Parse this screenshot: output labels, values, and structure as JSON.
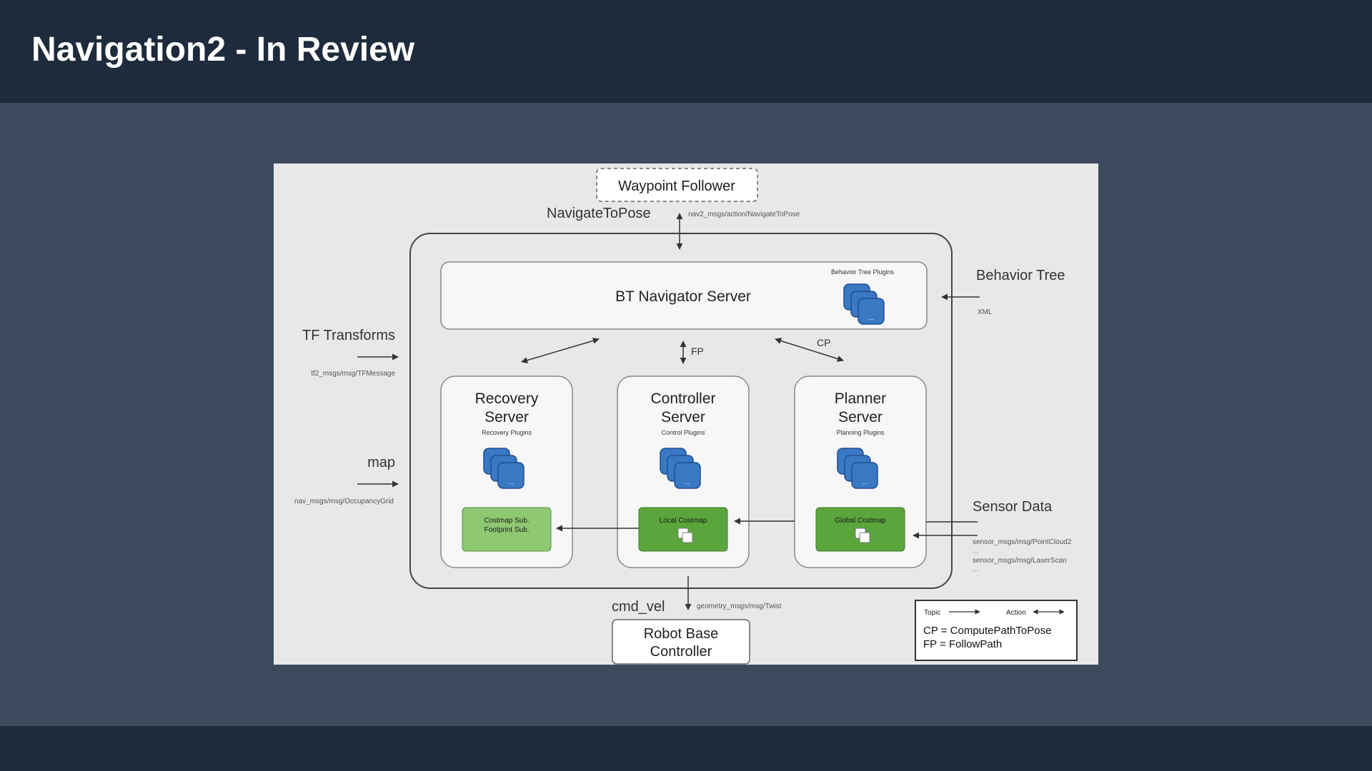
{
  "slide": {
    "title": "Navigation2 - In Review"
  },
  "diagram": {
    "waypoint_follower": "Waypoint Follower",
    "navigate_to_pose": "NavigateToPose",
    "navigate_action": "nav2_msgs/action/NavigateToPose",
    "bt_navigator": "BT Navigator Server",
    "bt_plugins": "Behavior Tree Plugins",
    "behavior_tree": "Behavior Tree",
    "xml": "XML",
    "tf_transforms": "TF Transforms",
    "tf_msg": "tf2_msgs/msg/TFMessage",
    "map": "map",
    "map_msg": "nav_msgs/msg/OccupancyGrid",
    "fp": "FP",
    "cp": "CP",
    "recovery_line1": "Recovery",
    "recovery_line2": "Server",
    "recovery_plugins": "Recovery Plugins",
    "controller_line1": "Controller",
    "controller_line2": "Server",
    "control_plugins": "Control Plugins",
    "planner_line1": "Planner",
    "planner_line2": "Server",
    "planning_plugins": "Planning Plugins",
    "costmap_sub_line1": "Costmap Sub.",
    "costmap_sub_line2": "Footprint Sub.",
    "local_costmap": "Local Costmap",
    "global_costmap": "Global Costmap",
    "sensor_data": "Sensor Data",
    "pointcloud_msg": "sensor_msgs/msg/PointCloud2",
    "laserscan_msg": "sensor_msgs/msg/LaserScan",
    "ellipsis": "...",
    "cmd_vel": "cmd_vel",
    "twist_msg": "geometry_msgs/msg/Twist",
    "robot_base_line1": "Robot Base",
    "robot_base_line2": "Controller",
    "legend_topic": "Topic",
    "legend_action": "Action",
    "legend_cp": "CP = ComputePathToPose",
    "legend_fp": "FP = FollowPath"
  },
  "colors": {
    "plugin_blue": "#3b78c4",
    "costmap_green": "#5aa53c",
    "costmap_light_green": "#8fc872"
  }
}
